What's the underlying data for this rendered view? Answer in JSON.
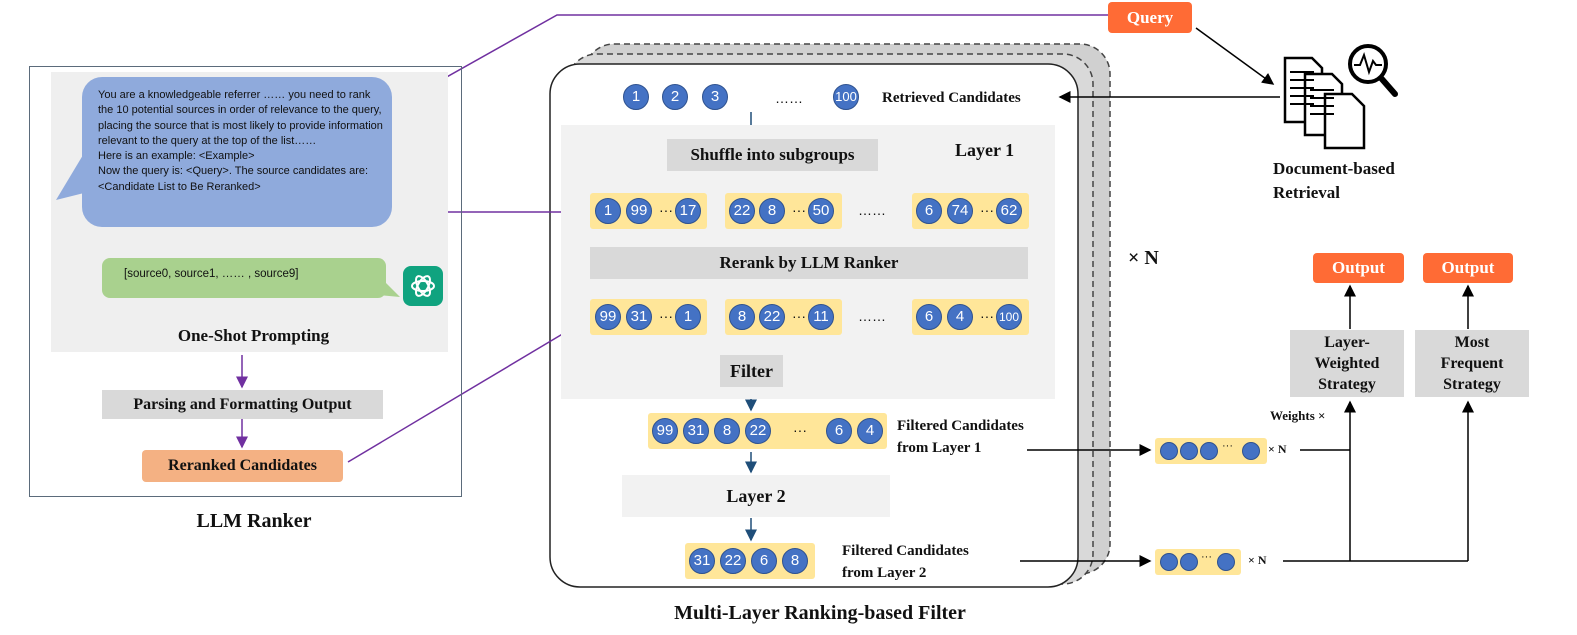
{
  "llm_ranker": {
    "title": "LLM Ranker",
    "prompt_text": "You are a knowledgeable referrer …… you need to rank the 10 potential sources in order of relevance to the query, placing the source that is most likely to provide information relevant to the query at the top of the list……",
    "example_line": "Here is an example: <Example>",
    "query_line": "Now the query is: <Query>. The source candidates are: <Candidate List to Be Reranked>",
    "response_text": "[source0, source1, …… , source9]",
    "one_shot_label": "One-Shot Prompting",
    "parsing_label": "Parsing and Formatting Output",
    "reranked_label": "Reranked Candidates"
  },
  "filter": {
    "title": "Multi-Layer Ranking-based Filter",
    "retrieved": [
      "1",
      "2",
      "3",
      "100"
    ],
    "retrieved_ellipsis": "……",
    "retrieved_label": "Retrieved Candidates",
    "layer1_label": "Layer 1",
    "shuffle_label": "Shuffle into subgroups",
    "subgroups": [
      [
        "1",
        "99",
        "17"
      ],
      [
        "22",
        "8",
        "50"
      ],
      [
        "6",
        "74",
        "62"
      ]
    ],
    "rerank_label": "Rerank by LLM Ranker",
    "reranked": [
      [
        "99",
        "31",
        "1"
      ],
      [
        "8",
        "22",
        "11"
      ],
      [
        "6",
        "4",
        "100"
      ]
    ],
    "between_ellipsis": "……",
    "inner_ellipsis": "···",
    "filter_label": "Filter",
    "filtered_l1": [
      "99",
      "31",
      "8",
      "22",
      "6",
      "4"
    ],
    "filtered_l1_ellipsis": "···",
    "filtered_l1_label_1": "Filtered Candidates",
    "filtered_l1_label_2": "from Layer 1",
    "layer2_label": "Layer 2",
    "filtered_l2": [
      "31",
      "22",
      "6",
      "8"
    ],
    "filtered_l2_label_1": "Filtered Candidates",
    "filtered_l2_label_2": "from Layer 2",
    "times_n": "× N"
  },
  "retrieval": {
    "query_label": "Query",
    "doc_label_1": "Document-based",
    "doc_label_2": "Retrieval"
  },
  "output": {
    "output_label_1": "Output",
    "output_label_2": "Output",
    "layer_weighted_1": "Layer-",
    "layer_weighted_2": "Weighted",
    "layer_weighted_3": "Strategy",
    "most_frequent_1": "Most",
    "most_frequent_2": "Frequent",
    "most_frequent_3": "Strategy",
    "weights_label": "Weights ×",
    "times_n_small_1": "× N",
    "times_n_small_2": "× N",
    "small_ellipsis_1": "···",
    "small_ellipsis_2": "···"
  },
  "colors": {
    "circle": "#4472c4",
    "group_bg": "#ffe699",
    "orange": "#ff6b35",
    "reranked_box": "#f4b183",
    "prompt_bubble": "#8faadc",
    "response_bubble": "#a9d18e",
    "purple_line": "#7030a0",
    "navy_arrow": "#1f4e79"
  }
}
